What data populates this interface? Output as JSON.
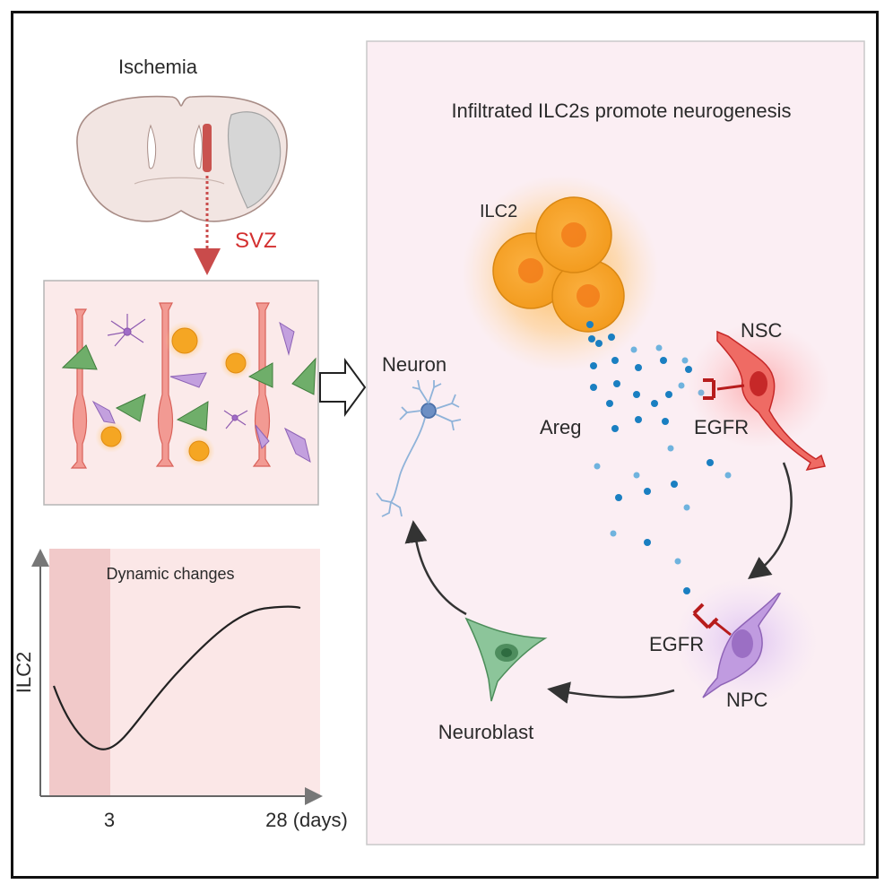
{
  "left": {
    "ischemia_label": "Ischemia",
    "svz_label": "SVZ",
    "svz_color": "#d32f2f"
  },
  "plot": {
    "ylabel": "ILC2",
    "annotation": "Dynamic changes",
    "tick_early": "3",
    "tick_end": "28 (days)"
  },
  "right": {
    "title": "Infiltrated ILC2s promote neurogenesis",
    "ilc2_label": "ILC2",
    "nsc_label": "NSC",
    "areg_label": "Areg",
    "egfr_label_top": "EGFR",
    "egfr_label_bottom": "EGFR",
    "neuron_label": "Neuron",
    "npc_label": "NPC",
    "neuroblast_label": "Neuroblast"
  },
  "colors": {
    "panel_bg": "#fbeef3",
    "ilc2": "#f5a623",
    "nsc": "#e53935",
    "npc": "#b388d9",
    "neuroblast": "#7fb98a",
    "neuron": "#8fb3d9",
    "dots": "#1a7fc1"
  }
}
